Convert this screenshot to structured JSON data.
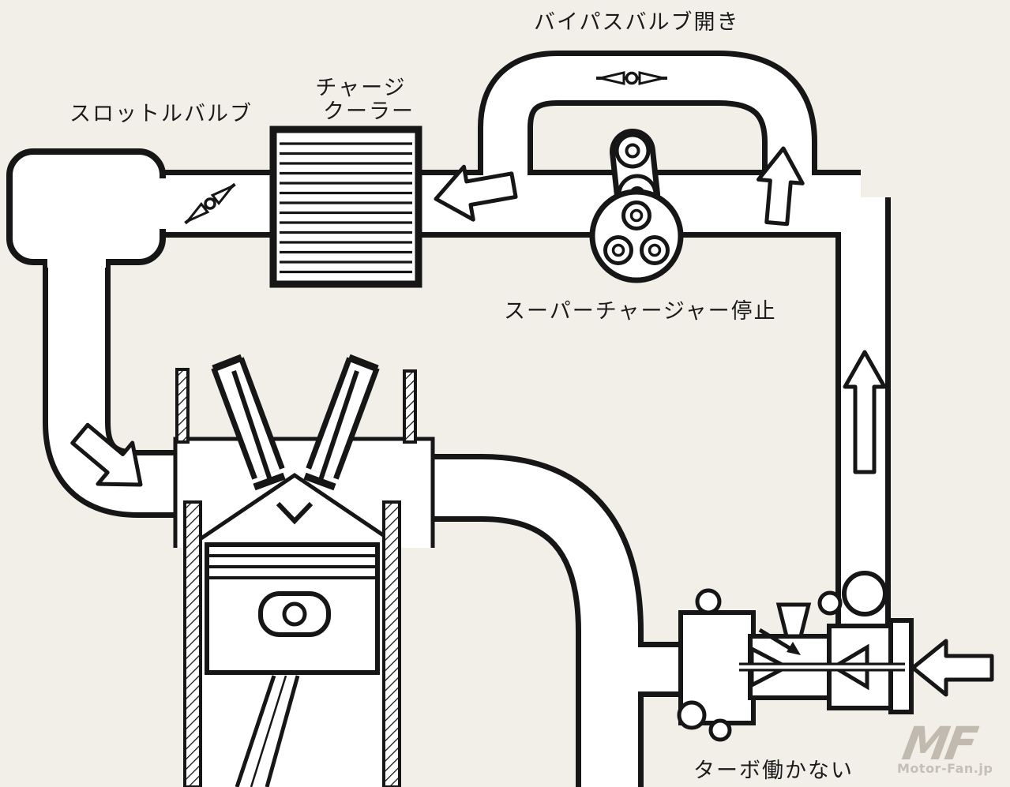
{
  "labels": {
    "bypass_valve_open": "バイパスバルブ開き",
    "throttle_valve": "スロットルバルブ",
    "charge_cooler_line1": "チャージ",
    "charge_cooler_line2": "クーラー",
    "supercharger_stopped": "スーパーチャージャー停止",
    "turbo_not_working": "ターボ働かない"
  },
  "watermark": {
    "logo": "MF",
    "site": "Motor-Fan.jp"
  },
  "colors": {
    "background": "#f2efe9",
    "line": "#161616",
    "component_fill": "#ffffff",
    "watermark": "#bcb5a9"
  },
  "icons": {
    "throttle_valve": "butterfly-valve-icon",
    "bypass_valve": "butterfly-valve-icon",
    "flow_arrows": [
      "flow-arrow-into-cooler",
      "flow-arrow-up-bypass",
      "flow-arrow-up-vertical-pipe",
      "flow-arrow-into-engine",
      "flow-arrow-into-turbo-inlet"
    ]
  }
}
